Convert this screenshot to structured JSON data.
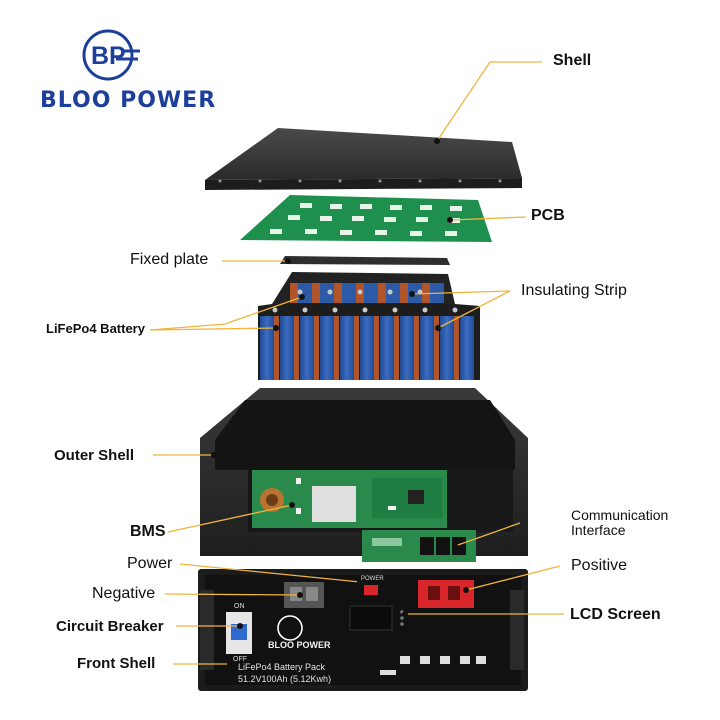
{
  "brand": {
    "monogram": "BP",
    "name": "BLOO POWER",
    "color": "#1d3f9c"
  },
  "labels": {
    "shell": "Shell",
    "pcb": "PCB",
    "fixed_plate": "Fixed plate",
    "insulating_strip": "Insulating Strip",
    "lifepo4_battery": "LiFePo4 Battery",
    "outer_shell": "Outer Shell",
    "bms": "BMS",
    "communication_interface_line1": "Communication",
    "communication_interface_line2": "Interface",
    "power": "Power",
    "positive": "Positive",
    "negative": "Negative",
    "lcd_screen": "LCD Screen",
    "circuit_breaker": "Circuit Breaker",
    "front_shell": "Front  Shell"
  },
  "front_panel": {
    "brand_name": "BLOO POWER",
    "product_line1": "LiFePo4 Battery Pack",
    "product_line2": "51.2V100Ah (5.12Kwh)",
    "breaker_on": "ON",
    "breaker_off": "OFF",
    "power_label": "POWER"
  },
  "colors": {
    "leader_line": "#f0b43c",
    "callout_dot": "#111111",
    "shell_dark": "#3a3a3a",
    "pcb_green": "#1f8f4e",
    "cell_blue": "#2d5aa6",
    "cell_copper": "#b0542a",
    "terminal_red": "#d9262b"
  }
}
